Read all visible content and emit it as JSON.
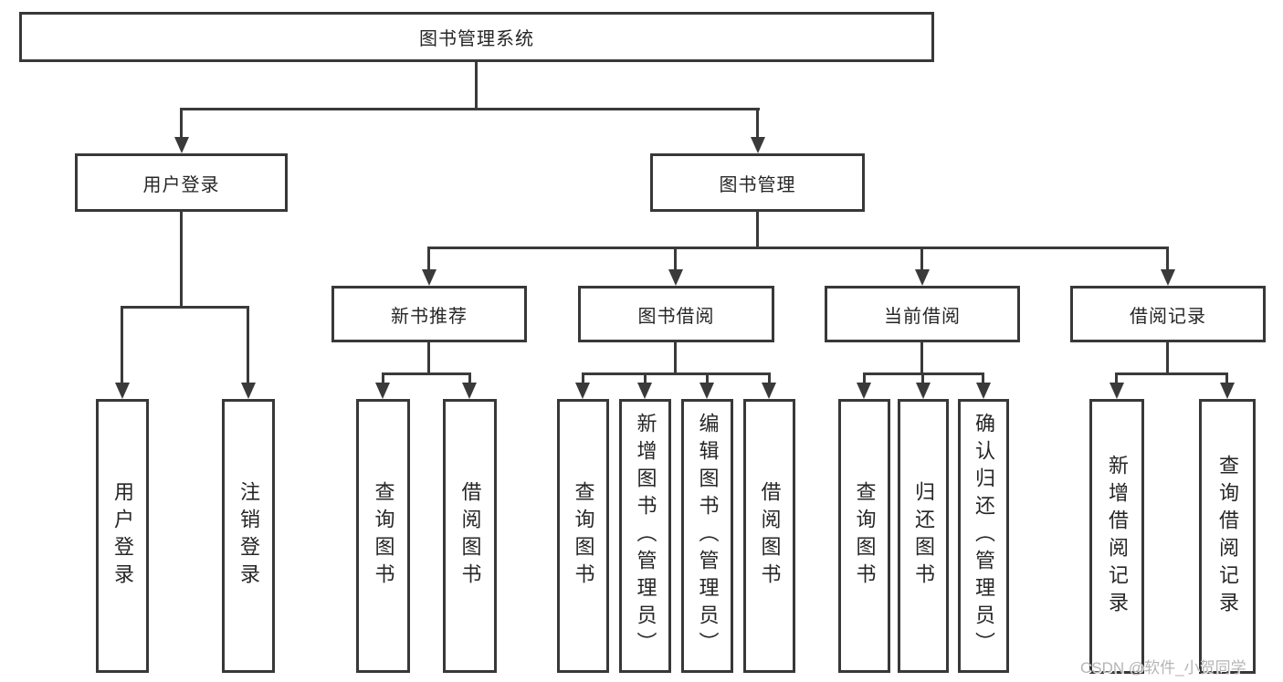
{
  "diagram": {
    "root": {
      "label": "图书管理系统"
    },
    "level2": {
      "user_login": "用户登录",
      "book_management": "图书管理"
    },
    "level3": {
      "new_book_recommendation": "新书推荐",
      "book_borrowing": "图书借阅",
      "current_borrowing": "当前借阅",
      "borrowing_records": "借阅记录"
    },
    "leaves": {
      "user_login": [
        "用户登录",
        "注销登录"
      ],
      "new_book_recommendation": [
        "查询图书",
        "借阅图书"
      ],
      "book_borrowing": [
        "查询图书",
        "新增图书（管理员）",
        "编辑图书（管理员）",
        "借阅图书"
      ],
      "current_borrowing": [
        "查询图书",
        "归还图书",
        "确认归还（管理员）"
      ],
      "borrowing_records": [
        "新增借阅记录",
        "查询借阅记录"
      ]
    },
    "watermark": "CSDN @软件_小贺同学",
    "colors": {
      "line": "#3a3a3a",
      "border": "#383838",
      "text": "#262626",
      "watermark": "#b5b5b5",
      "background": "#ffffff"
    }
  }
}
